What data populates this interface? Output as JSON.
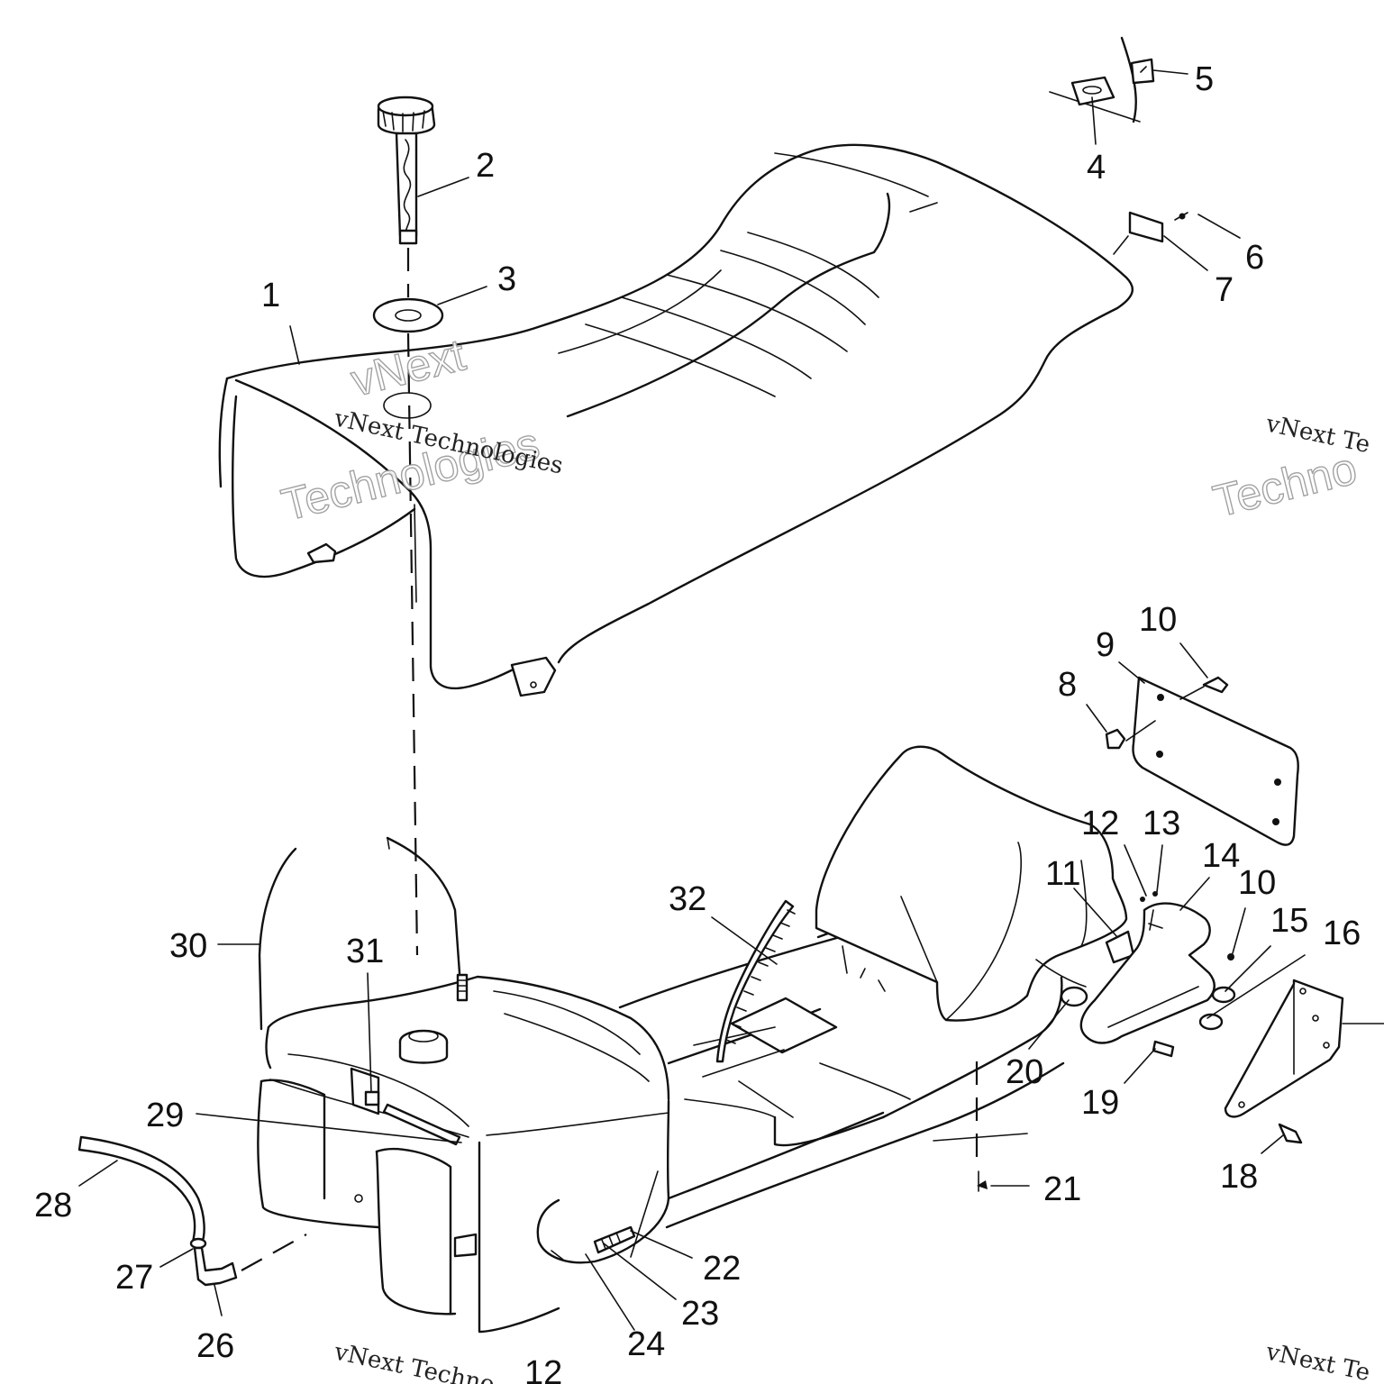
{
  "watermark": {
    "line1": "vNext Technologies",
    "line2a": "vNext",
    "line2b": "Technologies",
    "corner_right": "vNext Te",
    "corner_right_big": "Techno",
    "bottom_left": "vNext Techno",
    "bottom_right": "vNext Te"
  },
  "callouts": [
    {
      "id": "1",
      "label": "1"
    },
    {
      "id": "2",
      "label": "2"
    },
    {
      "id": "3",
      "label": "3"
    },
    {
      "id": "4",
      "label": "4"
    },
    {
      "id": "5",
      "label": "5"
    },
    {
      "id": "6",
      "label": "6"
    },
    {
      "id": "7",
      "label": "7"
    },
    {
      "id": "8",
      "label": "8"
    },
    {
      "id": "9",
      "label": "9"
    },
    {
      "id": "10a",
      "label": "10"
    },
    {
      "id": "10b",
      "label": "10"
    },
    {
      "id": "11",
      "label": "11"
    },
    {
      "id": "12",
      "label": "12"
    },
    {
      "id": "12b",
      "label": "12"
    },
    {
      "id": "13",
      "label": "13"
    },
    {
      "id": "14",
      "label": "14"
    },
    {
      "id": "15",
      "label": "15"
    },
    {
      "id": "16",
      "label": "16"
    },
    {
      "id": "18",
      "label": "18"
    },
    {
      "id": "19",
      "label": "19"
    },
    {
      "id": "20",
      "label": "20"
    },
    {
      "id": "21",
      "label": "21"
    },
    {
      "id": "22",
      "label": "22"
    },
    {
      "id": "23",
      "label": "23"
    },
    {
      "id": "24",
      "label": "24"
    },
    {
      "id": "26",
      "label": "26"
    },
    {
      "id": "27",
      "label": "27"
    },
    {
      "id": "28",
      "label": "28"
    },
    {
      "id": "29",
      "label": "29"
    },
    {
      "id": "30",
      "label": "30"
    },
    {
      "id": "31",
      "label": "31"
    },
    {
      "id": "32",
      "label": "32"
    }
  ]
}
